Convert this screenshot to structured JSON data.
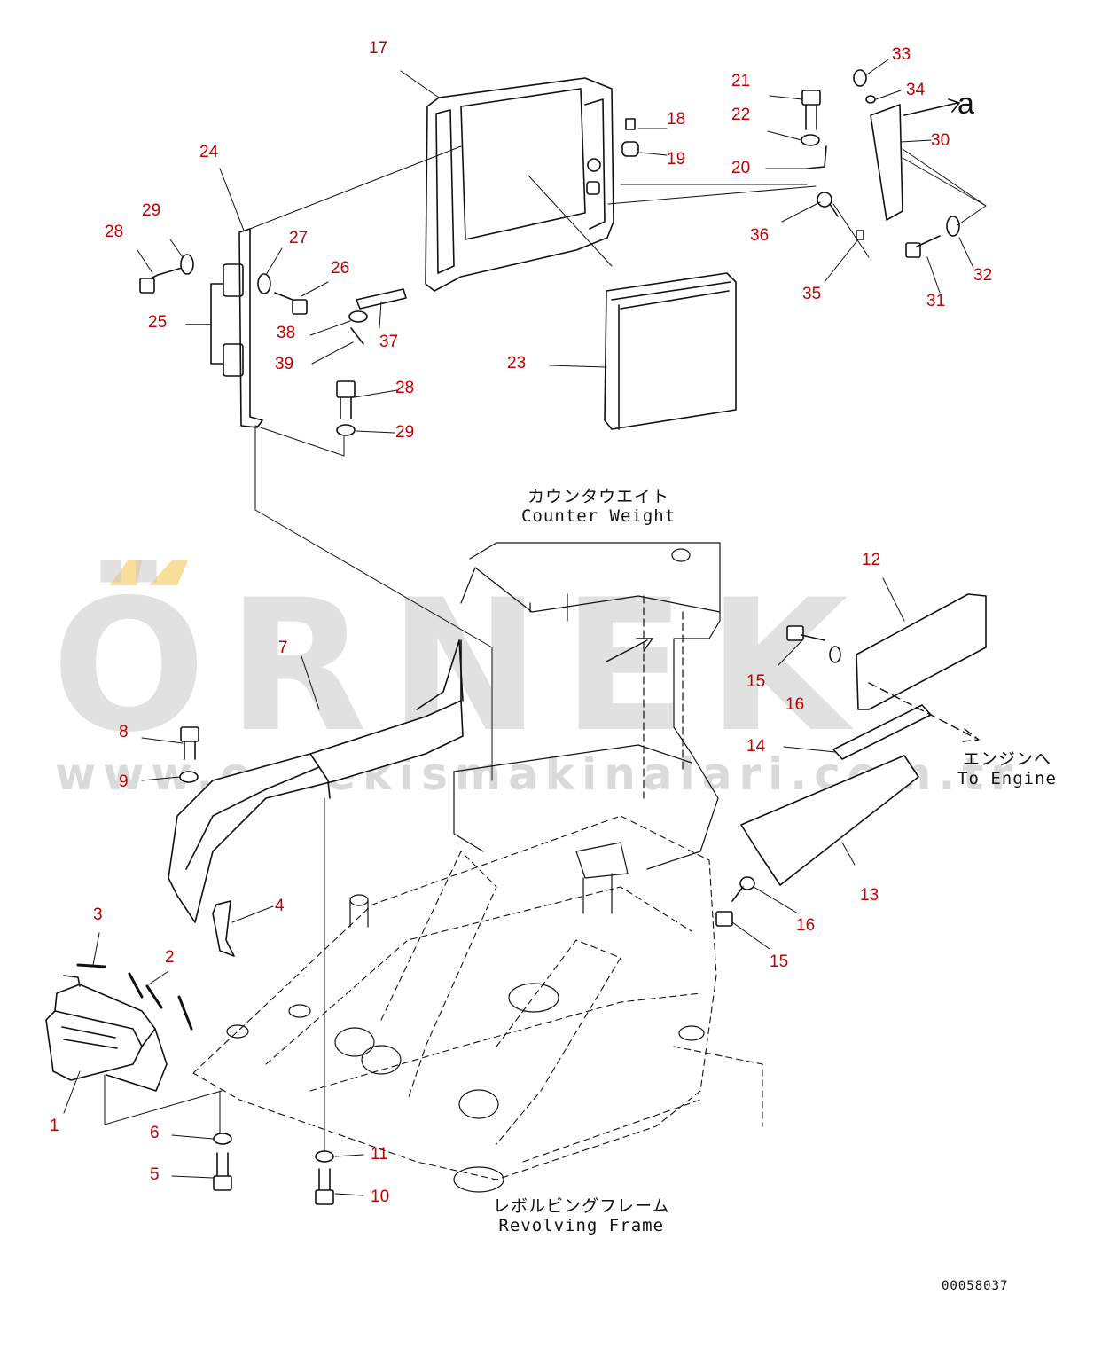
{
  "watermark": {
    "brand": "ÖRNEK",
    "url": "www.ornekismakinalari.com.tr",
    "accent_color": "#f5d27a"
  },
  "captions": {
    "counter_weight_jp": "カウンタウエイト",
    "counter_weight_en": "Counter Weight",
    "to_engine_jp": "エンジンへ",
    "to_engine_en": "To Engine",
    "revolving_frame_jp": "レボルビングフレーム",
    "revolving_frame_en": "Revolving Frame",
    "view_marker": "a",
    "drawing_code": "00058037"
  },
  "part_labels": [
    {
      "id": "p17",
      "text": "17"
    },
    {
      "id": "p18",
      "text": "18"
    },
    {
      "id": "p19",
      "text": "19"
    },
    {
      "id": "p21",
      "text": "21"
    },
    {
      "id": "p22",
      "text": "22"
    },
    {
      "id": "p20",
      "text": "20"
    },
    {
      "id": "p33",
      "text": "33"
    },
    {
      "id": "p34",
      "text": "34"
    },
    {
      "id": "p30",
      "text": "30"
    },
    {
      "id": "p36",
      "text": "36"
    },
    {
      "id": "p35",
      "text": "35"
    },
    {
      "id": "p31",
      "text": "31"
    },
    {
      "id": "p32",
      "text": "32"
    },
    {
      "id": "p24",
      "text": "24"
    },
    {
      "id": "p29a",
      "text": "29"
    },
    {
      "id": "p28a",
      "text": "28"
    },
    {
      "id": "p27",
      "text": "27"
    },
    {
      "id": "p26",
      "text": "26"
    },
    {
      "id": "p25",
      "text": "25"
    },
    {
      "id": "p38",
      "text": "38"
    },
    {
      "id": "p37",
      "text": "37"
    },
    {
      "id": "p39",
      "text": "39"
    },
    {
      "id": "p28b",
      "text": "28"
    },
    {
      "id": "p29b",
      "text": "29"
    },
    {
      "id": "p23",
      "text": "23"
    },
    {
      "id": "p12",
      "text": "12"
    },
    {
      "id": "p15a",
      "text": "15"
    },
    {
      "id": "p16a",
      "text": "16"
    },
    {
      "id": "p14",
      "text": "14"
    },
    {
      "id": "p13",
      "text": "13"
    },
    {
      "id": "p16b",
      "text": "16"
    },
    {
      "id": "p15b",
      "text": "15"
    },
    {
      "id": "p7",
      "text": "7"
    },
    {
      "id": "p8",
      "text": "8"
    },
    {
      "id": "p9",
      "text": "9"
    },
    {
      "id": "p4",
      "text": "4"
    },
    {
      "id": "p3",
      "text": "3"
    },
    {
      "id": "p2",
      "text": "2"
    },
    {
      "id": "p1",
      "text": "1"
    },
    {
      "id": "p6",
      "text": "6"
    },
    {
      "id": "p5",
      "text": "5"
    },
    {
      "id": "p11",
      "text": "11"
    },
    {
      "id": "p10",
      "text": "10"
    }
  ]
}
